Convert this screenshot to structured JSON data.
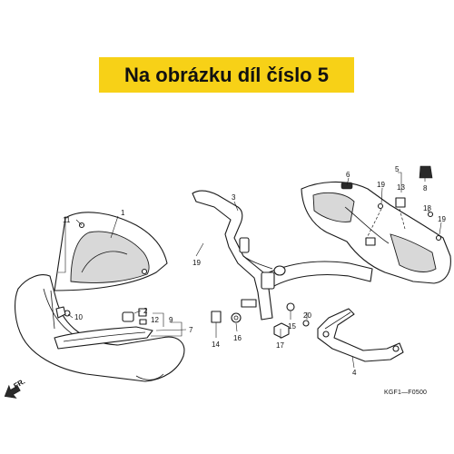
{
  "banner": {
    "text": "Na obrázku díl číslo 5",
    "color": "#f7d117"
  },
  "diagram_code": "KGF1—F0500",
  "fr_marker": "FR.",
  "part_numbers": {
    "p1": "1",
    "p2": "2",
    "p3": "3",
    "p4": "4",
    "p5": "5",
    "p6": "6",
    "p7": "7",
    "p8": "8",
    "p9": "9",
    "p10": "10",
    "p11": "11",
    "p12": "12",
    "p13": "13",
    "p14": "14",
    "p15": "15",
    "p16": "16",
    "p17": "17",
    "p18": "18",
    "p19a": "19",
    "p19b": "19",
    "p19c": "19",
    "p20": "20"
  }
}
